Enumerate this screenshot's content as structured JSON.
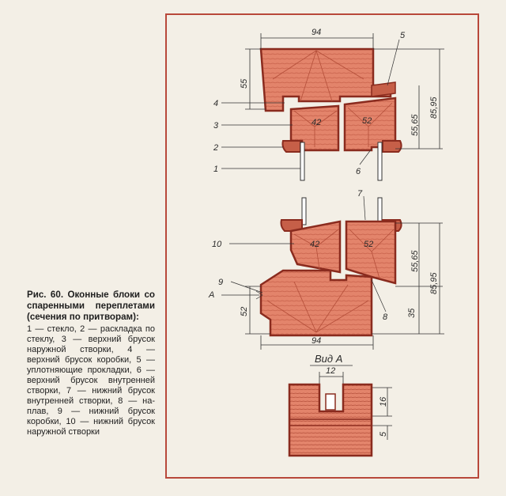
{
  "caption": {
    "title": "Рис. 60. Оконные бло­ки со спаренными пе­реплетами (сечения по притворам):",
    "body": "1 — стекло, 2 — расклад­ка по стеклу, 3 — верх­ний брусок наружной створки, 4 — верхний брусок коробки, 5 — уплотняющие проклад­ки, 6 — верхний брусок внутренней створки, 7 — нижний брусок внутрен­ней створки, 8 — на­плав, 9 — нижний брусок коробки, 10 — нижний брусок наружной створки"
  },
  "drawing": {
    "dim_top_width": "94",
    "dim_top_height_left": "55",
    "dim_top_inner": "55,65",
    "dim_top_outer": "85,95",
    "dim_top_sash_left": "42",
    "dim_top_sash_right": "52",
    "dim_bottom_sash_left": "42",
    "dim_bottom_sash_right": "52",
    "dim_bottom_inner": "55,65",
    "dim_bottom_outer": "85,95",
    "dim_bottom_left": "52",
    "dim_bottom_right": "35",
    "dim_bottom_width": "94",
    "view_title": "Вид А",
    "view_dim_width": "12",
    "view_dim_height": "16",
    "view_dim_small": "5",
    "arrow_label": "A",
    "labels": {
      "l1": "1",
      "l2": "2",
      "l3": "3",
      "l4": "4",
      "l5": "5",
      "l6": "6",
      "l7": "7",
      "l8": "8",
      "l9": "9",
      "l10": "10"
    }
  },
  "colors": {
    "wood_fill": "#e3846b",
    "wood_stroke": "#8a2b1e",
    "frame": "#b8483a",
    "text": "#1e1e1e"
  }
}
